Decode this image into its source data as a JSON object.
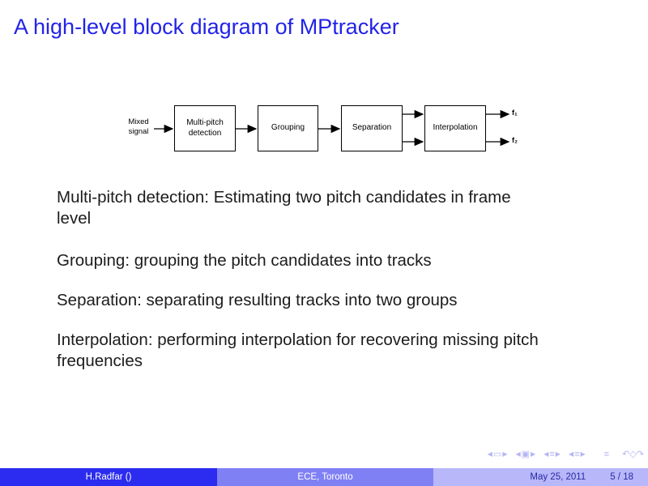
{
  "slide": {
    "title": "A high-level block diagram of MPtracker"
  },
  "diagram": {
    "input_label": "Mixed\nsignal",
    "boxes": [
      {
        "label": "Multi-pitch\ndetection"
      },
      {
        "label": "Grouping"
      },
      {
        "label": "Separation"
      },
      {
        "label": "Interpolation"
      }
    ],
    "outputs": [
      {
        "label": "f₁"
      },
      {
        "label": "f₂"
      }
    ]
  },
  "paragraphs": [
    {
      "text": "Multi-pitch detection: Estimating two pitch candidates in frame\nlevel"
    },
    {
      "text": "Grouping: grouping the pitch candidates into tracks"
    },
    {
      "text": "Separation: separating resulting tracks into two groups"
    },
    {
      "text": "Interpolation: performing interpolation for recovering missing pitch\nfrequencies"
    }
  ],
  "nav": {
    "items": [
      {
        "glyph": "◀",
        "name": "prev-slide-icon"
      },
      {
        "glyph": "▭",
        "name": "slide-icon"
      },
      {
        "glyph": "▶",
        "name": "next-slide-icon"
      },
      {
        "glyph": "◀",
        "name": "prev-frame-icon"
      },
      {
        "glyph": "▣",
        "name": "frame-icon"
      },
      {
        "glyph": "▶",
        "name": "next-frame-icon"
      },
      {
        "glyph": "◀",
        "name": "prev-subsection-icon"
      },
      {
        "glyph": "≡",
        "name": "subsection-icon"
      },
      {
        "glyph": "▶",
        "name": "next-subsection-icon"
      },
      {
        "glyph": "◀",
        "name": "prev-section-icon"
      },
      {
        "glyph": "≡",
        "name": "section-icon"
      },
      {
        "glyph": "▶",
        "name": "next-section-icon"
      },
      {
        "glyph": "≡",
        "name": "appendix-icon"
      },
      {
        "glyph": "↶",
        "name": "back-icon"
      },
      {
        "glyph": "◇",
        "name": "find-icon"
      },
      {
        "glyph": "↷",
        "name": "forward-icon"
      }
    ]
  },
  "footer": {
    "author": "H.Radfar ()",
    "institute": "ECE, Toronto",
    "date": "May 25, 2011",
    "page": "5 / 18"
  },
  "colors": {
    "title_blue": "#2323e8",
    "body_text": "#1c1c1c",
    "footer_author_bg": "#2c2cf0",
    "footer_institute_bg": "#8080f5",
    "footer_date_bg": "#b7b7fa",
    "footer_date_text": "#2929a3",
    "nav_icon": "#b6b6f3"
  }
}
